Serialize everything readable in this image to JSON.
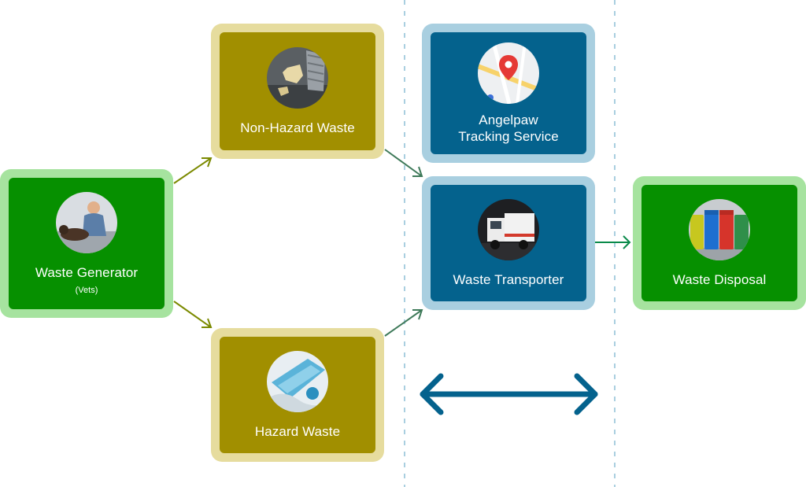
{
  "nodes": {
    "generator": {
      "label": "Waste Generator",
      "sub": "(Vets)",
      "icon": "veterinarian-photo"
    },
    "nonhazard": {
      "label": "Non-Hazard Waste",
      "icon": "waste-paper-photo"
    },
    "hazard": {
      "label": "Hazard Waste",
      "icon": "medical-waste-photo"
    },
    "tracking": {
      "label_line1": "Angelpaw",
      "label_line2": "Tracking Service",
      "icon": "map-pin-photo"
    },
    "transporter": {
      "label": "Waste Transporter",
      "icon": "garbage-truck-photo"
    },
    "disposal": {
      "label": "Waste Disposal",
      "icon": "recycling-bins-photo"
    }
  },
  "colors": {
    "green_outer": "#a6e39f",
    "green_inner": "#069000",
    "olive_outer": "#e6dc9e",
    "olive_inner": "#a18f00",
    "blue_outer": "#a9cfe0",
    "blue_inner": "#04628d",
    "arrow_olive": "#7b8a00",
    "arrow_blue": "#04628d",
    "divider": "#a9cfe0"
  }
}
